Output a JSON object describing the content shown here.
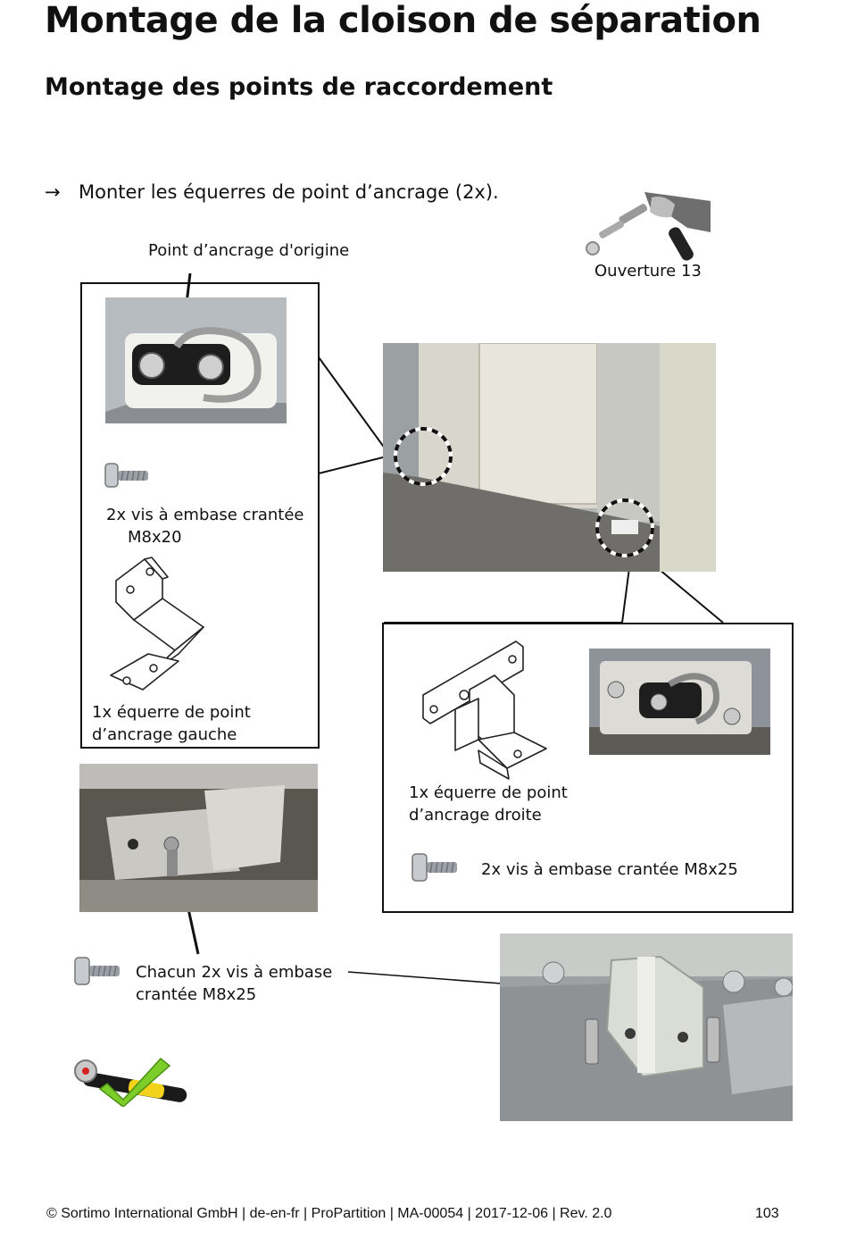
{
  "header": {
    "title": "Montage de la cloison de séparation",
    "subtitle": "Montage des points de raccordement"
  },
  "step": {
    "arrow": "→",
    "text": "Monter les équerres de point d’ancrage (2x)."
  },
  "labels": {
    "origin_anchor": "Point d’ancrage d'origine",
    "wrench_size": "Ouverture 13",
    "left_screws_line1": "2x vis à embase crantée",
    "left_screws_line2": "M8x20",
    "left_bracket_line1": "1x équerre de point",
    "left_bracket_line2": "d’ancrage gauche",
    "right_bracket_line1": "1x équerre de point",
    "right_bracket_line2": "d’ancrage droite",
    "right_screws": "2x vis à embase crantée M8x25",
    "each_screws_line1": "Chacun 2x vis à embase",
    "each_screws_line2": "crantée M8x25"
  },
  "icons": {
    "arrow": "right-arrow-icon",
    "wrench": "wrench-icon",
    "screw": "screw-icon",
    "ratchet_check": "ratchet-check-icon"
  },
  "footer": {
    "text": "© Sortimo International GmbH | de-en-fr | ProPartition | MA-00054 | 2017-12-06 | Rev. 2.0",
    "page_number": "103"
  }
}
